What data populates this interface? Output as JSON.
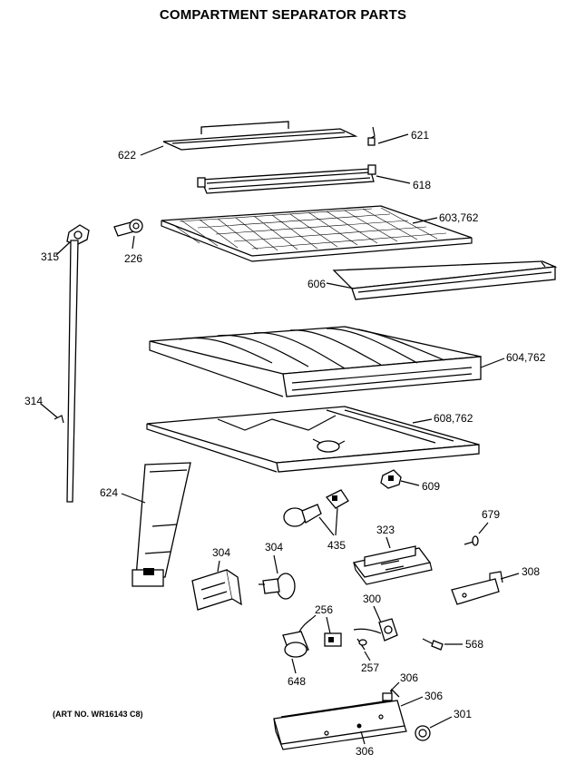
{
  "title": "COMPARTMENT SEPARATOR PARTS",
  "art_number": "(ART NO. WR16143 C8)",
  "labels": {
    "p622": "622",
    "p621": "621",
    "p618": "618",
    "p603": "603,762",
    "p315": "315",
    "p226": "226",
    "p606": "606",
    "p604": "604,762",
    "p314": "314",
    "p608": "608,762",
    "p609": "609",
    "p624": "624",
    "p679": "679",
    "p323": "323",
    "p435": "435",
    "p304a": "304",
    "p304b": "304",
    "p308": "308",
    "p300": "300",
    "p256": "256",
    "p568": "568",
    "p257": "257",
    "p648": "648",
    "p306a": "306",
    "p306b": "306",
    "p306c": "306",
    "p301": "301"
  }
}
